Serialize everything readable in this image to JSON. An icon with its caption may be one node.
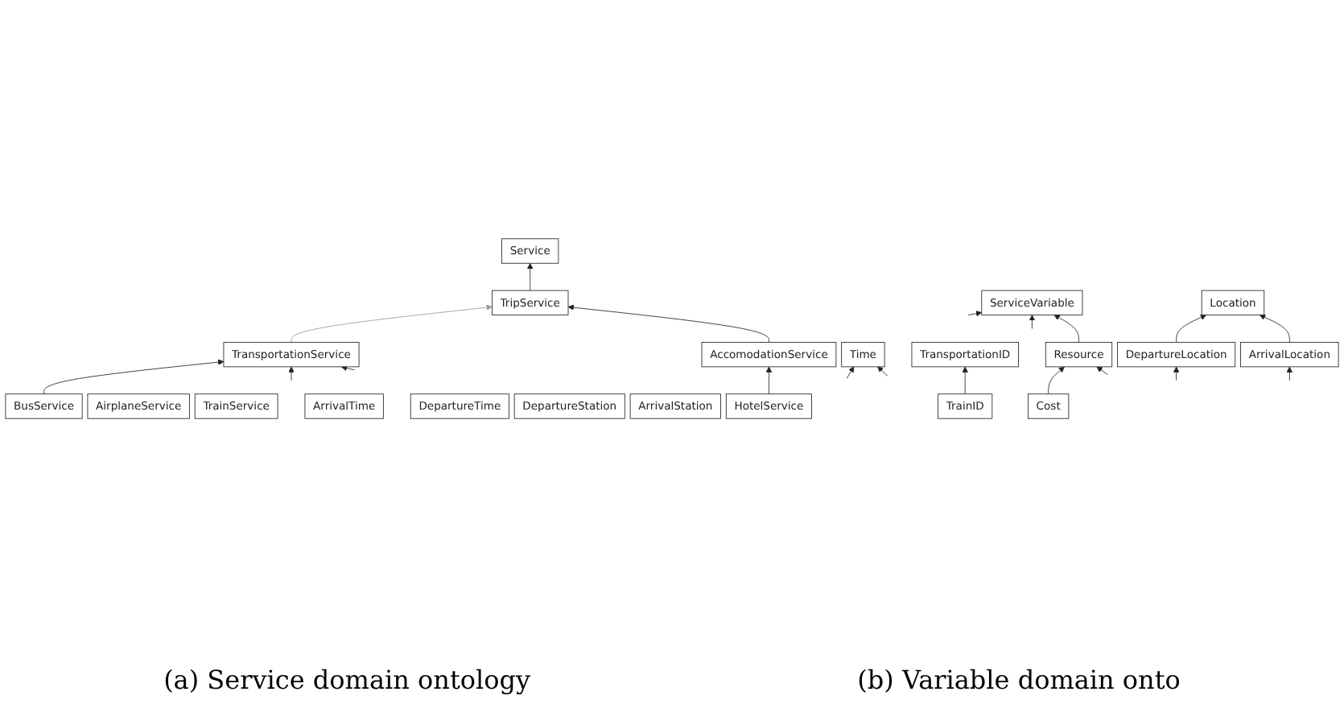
{
  "diagram": {
    "nodes": [
      {
        "text": [
          "Service"
        ]
      },
      {
        "text": [
          "TripService"
        ]
      },
      {
        "text": [
          "AccomodationService"
        ]
      },
      {
        "text": [
          "TransportationService"
        ]
      },
      {
        "text": [
          "BusService"
        ]
      },
      {
        "text": [
          "AirplaneService"
        ]
      },
      {
        "text": [
          "TrainService"
        ]
      },
      {
        "text": [
          "HotelService"
        ]
      },
      {
        "text": [
          "ServiceVariable"
        ]
      },
      {
        "text": [
          "Time"
        ]
      },
      {
        "text": [
          "Location"
        ]
      },
      {
        "text": [
          "Resource"
        ]
      },
      {
        "text": [
          "ArrivalTime"
        ]
      },
      {
        "text": [
          "Cost"
        ]
      },
      {
        "text": [
          "DepartureTime"
        ]
      },
      {
        "text": [
          "TransportationID"
        ]
      },
      {
        "text": [
          "DepartureLocation"
        ]
      },
      {
        "text": [
          "ArrivalLocation"
        ]
      },
      {
        "text": [
          "DepartureStation"
        ]
      },
      {
        "text": [
          "ArrivalStation"
        ]
      },
      {
        "text": [
          "TrainID"
        ]
      }
    ],
    "edges": [
      {
        "from": 1,
        "to": 0,
        "arrow": "to"
      },
      {
        "from": 3,
        "to": 1,
        "arrow": "to",
        "color": "#999999"
      },
      {
        "from": 2,
        "to": 1,
        "arrow": "to"
      },
      {
        "from": 7,
        "to": 2,
        "arrow": "to"
      },
      {
        "from": 4,
        "to": 3,
        "arrow": "to"
      },
      {
        "from": null,
        "to": 3,
        "arrow": "to"
      },
      {
        "from": null,
        "to": 3,
        "arrow": "to"
      },
      {
        "from": null,
        "to": 8,
        "arrow": "to"
      },
      {
        "from": null,
        "to": 8,
        "arrow": "to"
      },
      {
        "from": 11,
        "to": 8,
        "arrow": "to"
      },
      {
        "from": null,
        "to": 9,
        "arrow": "to"
      },
      {
        "from": null,
        "to": 9,
        "arrow": "to"
      },
      {
        "from": 16,
        "to": 10,
        "arrow": "to"
      },
      {
        "from": 17,
        "to": 10,
        "arrow": "to"
      },
      {
        "from": 13,
        "to": 11,
        "arrow": "to"
      },
      {
        "from": null,
        "to": 11,
        "arrow": "to"
      },
      {
        "from": 20,
        "to": 15,
        "arrow": "to"
      },
      {
        "from": null,
        "to": 16,
        "arrow": "to"
      },
      {
        "from": null,
        "to": 17,
        "arrow": "to"
      }
    ],
    "labels": [
      "(a) Service domain ontology",
      "(b) Variable domain onto"
    ]
  }
}
